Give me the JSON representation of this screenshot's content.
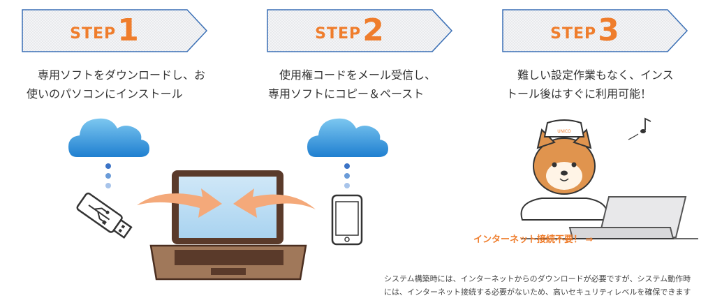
{
  "steps": [
    {
      "word": "STEP",
      "number": "1",
      "description": "　専用ソフトをダウンロードし、お\n使いのパソコンにインストール"
    },
    {
      "word": "STEP",
      "number": "2",
      "description": "　使用権コードをメール受信し、\n専用ソフトにコピー＆ペースト"
    },
    {
      "word": "STEP",
      "number": "3",
      "description": "　難しい設定作業もなく、インス\nトール後はすぐに利用可能！"
    }
  ],
  "mascot": {
    "cap_text": "UNICO"
  },
  "badge": {
    "text": "インターネット接続不要！ ⇒"
  },
  "footnote": {
    "text": "システム構築時には、インターネットからのダウンロードが必要ですが、システム動作時\nには、インターネット接続する必要がないため、高いセキュリティレベルを確保できます"
  },
  "colors": {
    "accent": "#ef7d2c",
    "banner_border": "#3a6fb5",
    "cloud": "#2c8fd6",
    "arrow": "#f4a97a"
  },
  "icons": [
    "cloud-icon",
    "usb-drive-icon",
    "laptop-icon",
    "smartphone-icon",
    "music-note-icon",
    "shiba-mascot-icon"
  ]
}
